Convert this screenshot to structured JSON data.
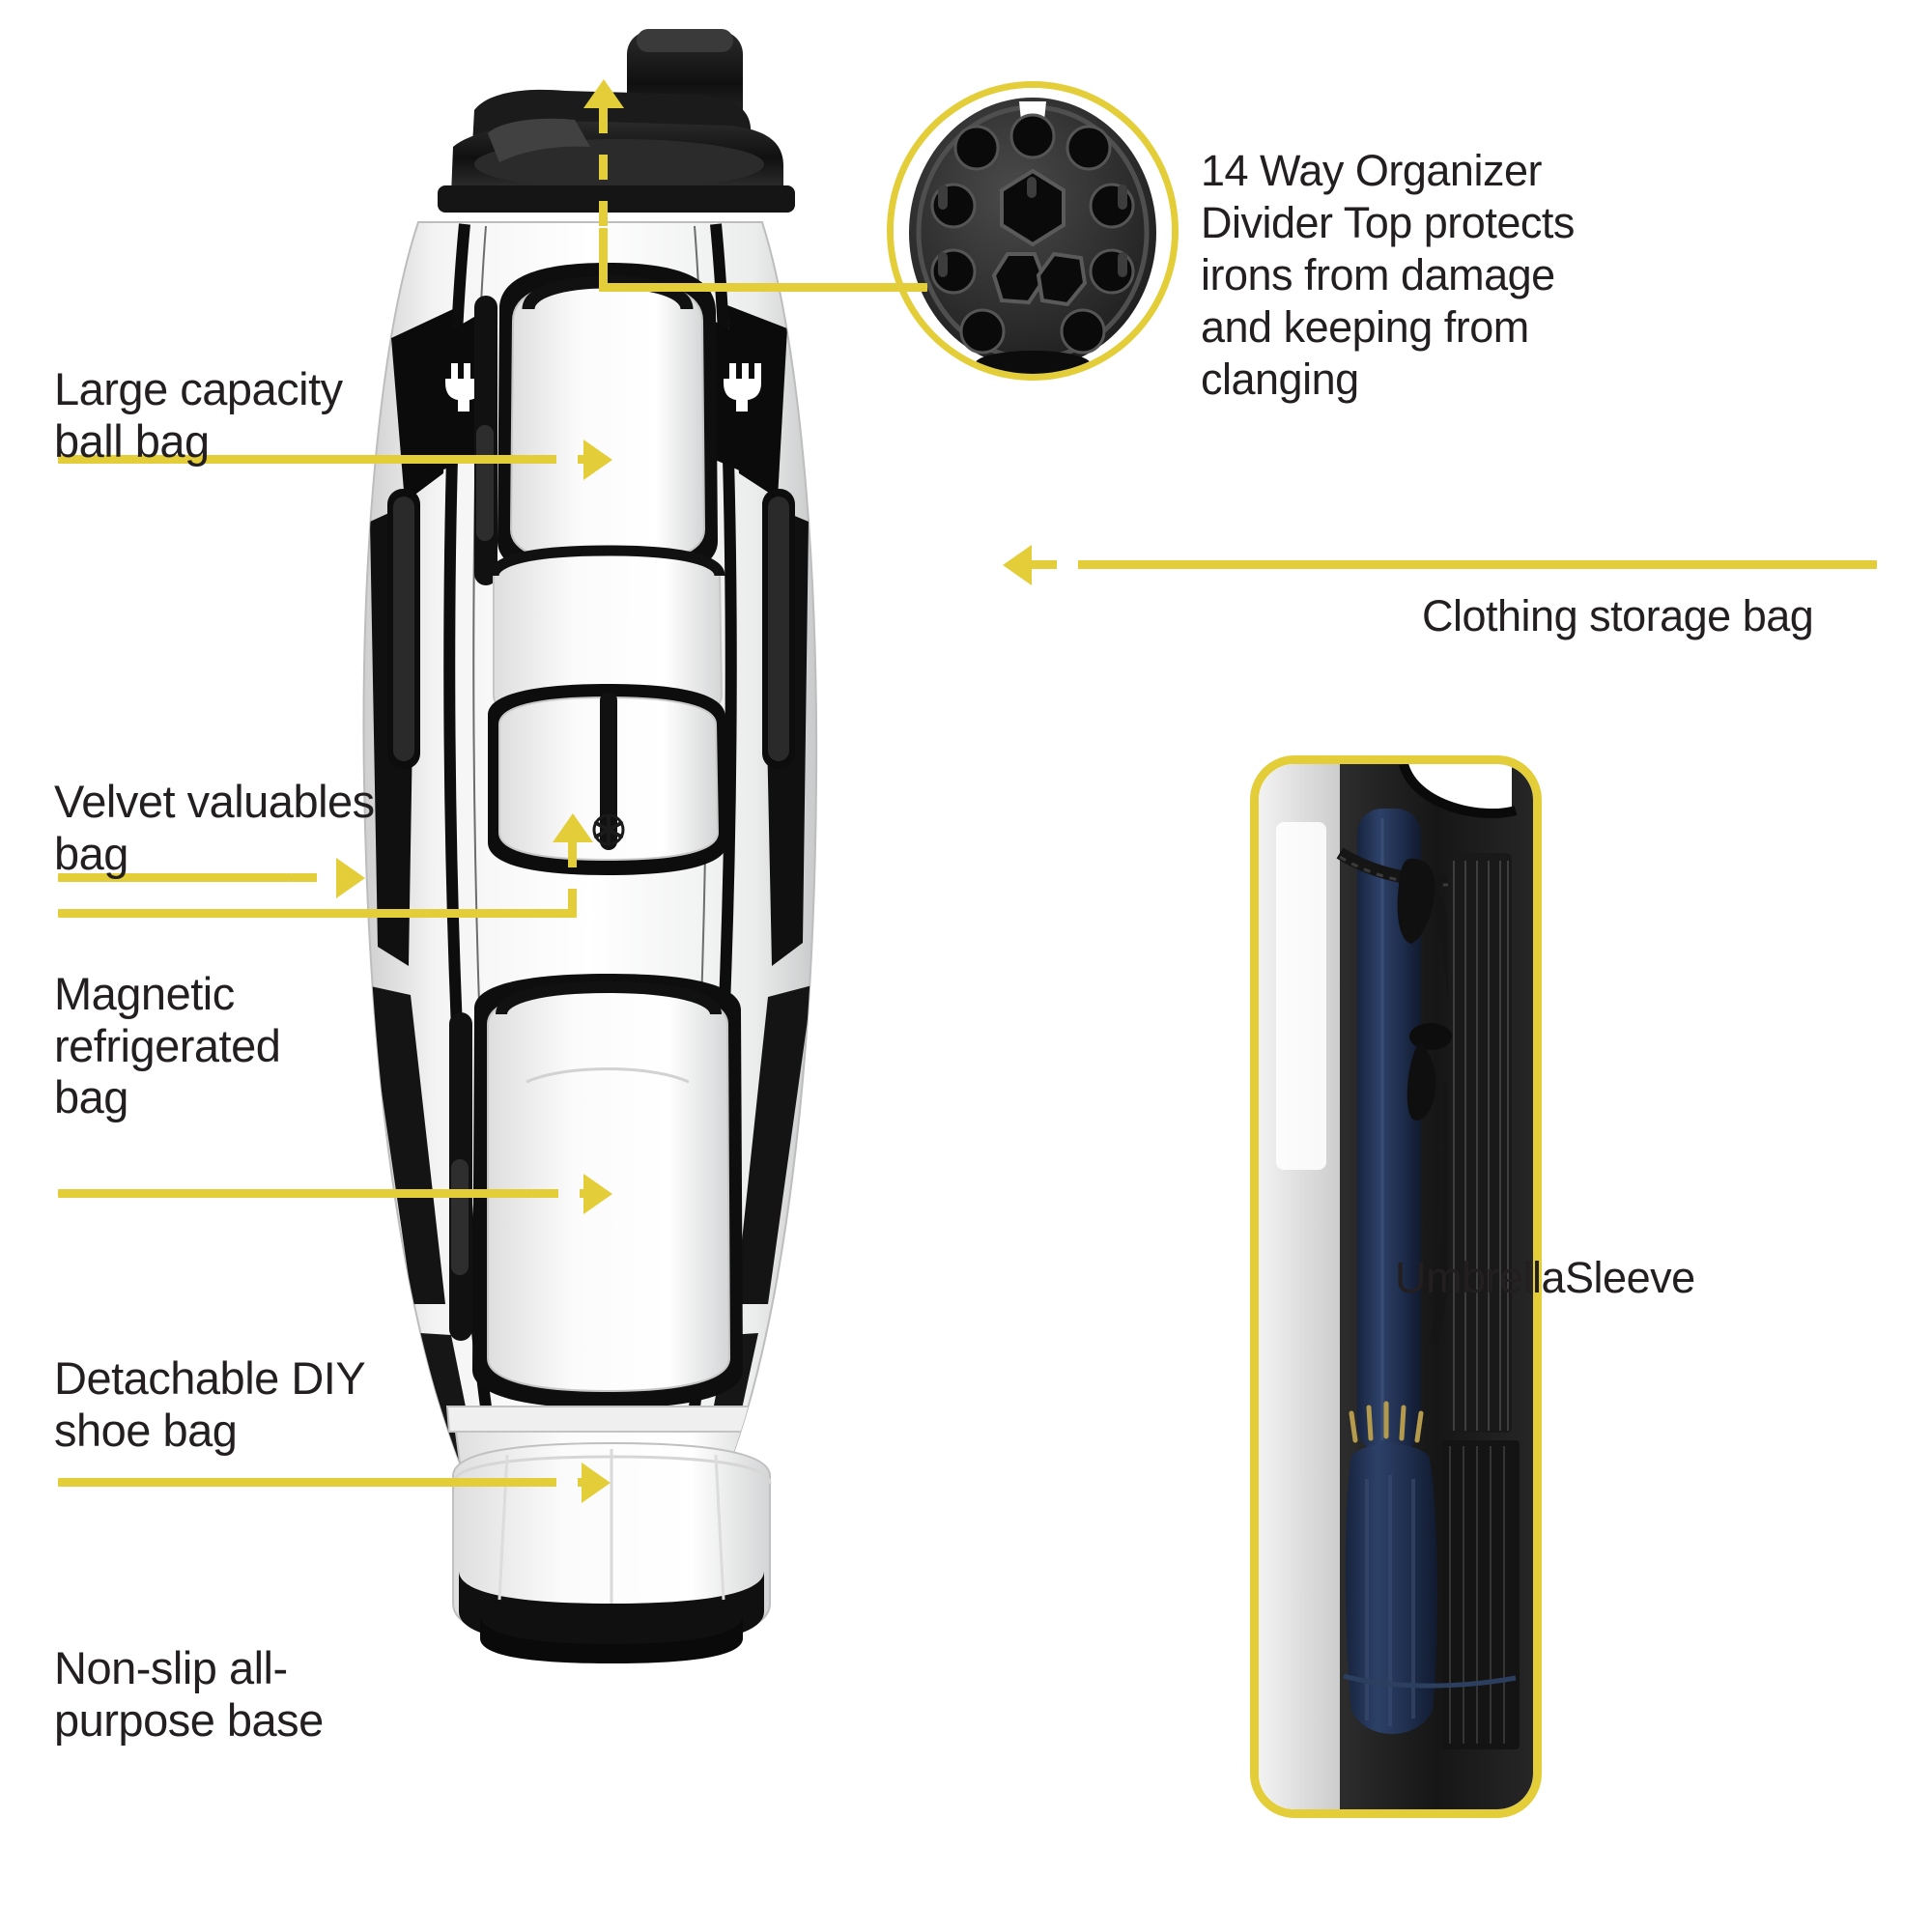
{
  "accent_color": "#E3CE39",
  "text_color": "#231f20",
  "background": "#ffffff",
  "product": {
    "name": "golf-cart-bag",
    "colorway": "white-and-black"
  },
  "callouts": {
    "left": [
      {
        "id": "ball-bag",
        "label": "Large capacity\nball bag",
        "connector": "dashed-arrow-right"
      },
      {
        "id": "valuables-bag",
        "label": "Velvet valuables\nbag",
        "connector": "dashed-arrow-right"
      },
      {
        "id": "refrigerated-bag",
        "label": "Magnetic\nrefrigerated\nbag",
        "connector": "dashed-arrow-up"
      },
      {
        "id": "shoe-bag",
        "label": "Detachable DIY\nshoe bag",
        "connector": "dashed-arrow-right"
      },
      {
        "id": "base",
        "label": "Non-slip all-\npurpose base",
        "connector": "dashed-arrow-right"
      }
    ],
    "right": [
      {
        "id": "divider-top",
        "label": "14 Way Organizer\nDivider Top protects\nirons from damage\nand keeping from\nclanging",
        "connector": "line-to-ellipse-inset"
      },
      {
        "id": "clothing-storage",
        "label": "Clothing storage bag",
        "connector": "dashed-arrow-left"
      },
      {
        "id": "umbrella-sleeve",
        "label": "UmbrellaSleeve",
        "connector": "panel-inset"
      }
    ]
  },
  "insets": [
    {
      "id": "divider-top-inset",
      "shape": "ellipse",
      "caption_ref": "divider-top",
      "depicts": "14-way-club-divider-top"
    },
    {
      "id": "umbrella-inset",
      "shape": "rounded-rect",
      "caption_ref": "umbrella-sleeve",
      "depicts": "navy-umbrella-in-sleeve"
    }
  ]
}
